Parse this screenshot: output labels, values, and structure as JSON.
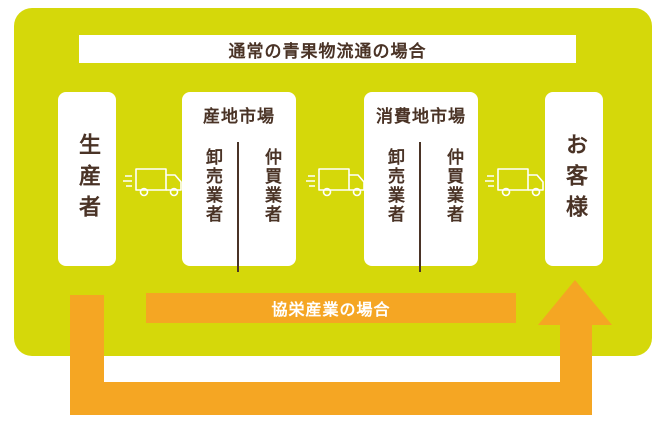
{
  "colors": {
    "lime": "#d5d80a",
    "orange": "#f5a623",
    "dark_brown": "#4a3326",
    "white": "#ffffff"
  },
  "title": "通常の青果物流通の場合",
  "producer": "生産者",
  "origin_market": {
    "name": "産地市場",
    "wholesaler": "卸売業者",
    "middleman": "仲買業者"
  },
  "consumer_market": {
    "name": "消費地市場",
    "wholesaler": "卸売業者",
    "middleman": "仲買業者"
  },
  "customer": "お客様",
  "cooperative_label": "協栄産業の場合",
  "icons": [
    "truck-icon",
    "truck-icon",
    "truck-icon",
    "arrow-icon"
  ]
}
